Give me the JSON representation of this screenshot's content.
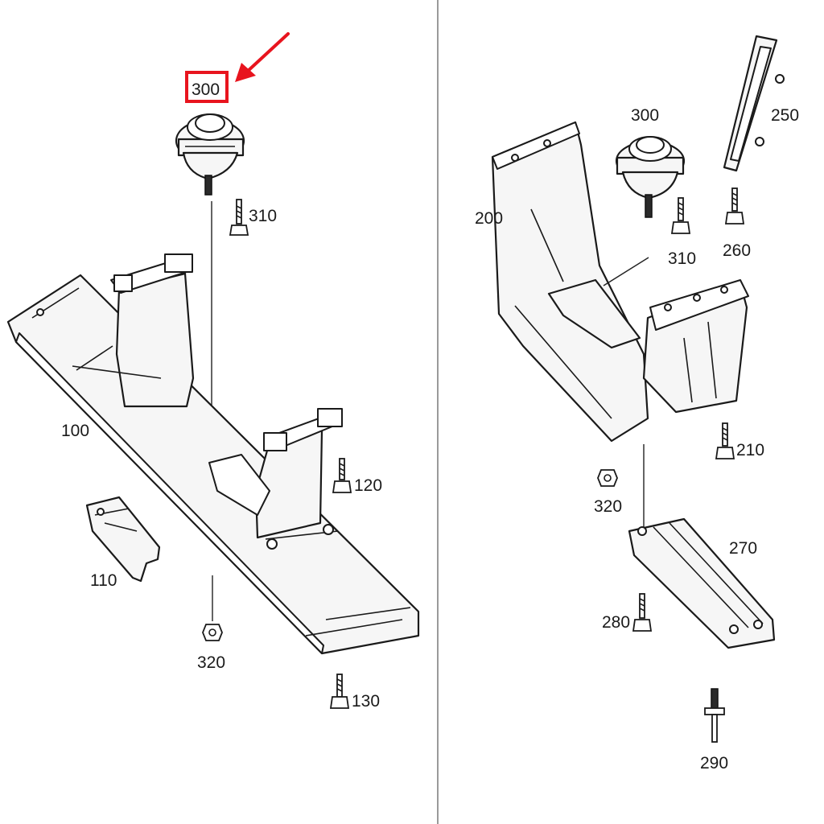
{
  "callouts": {
    "p300_left": "300",
    "p310_left": "310",
    "p100": "100",
    "p120": "120",
    "p110": "110",
    "p320_left": "320",
    "p130": "130",
    "p300_right": "300",
    "p250": "250",
    "p200": "200",
    "p310_right": "310",
    "p260": "260",
    "p210": "210",
    "p320_right": "320",
    "p270": "270",
    "p280": "280",
    "p290": "290"
  },
  "highlight": {
    "target": "300",
    "box_color": "#e8141e",
    "arrow_color": "#e8141e"
  },
  "icons": {
    "arrow": "red-arrow-icon"
  }
}
